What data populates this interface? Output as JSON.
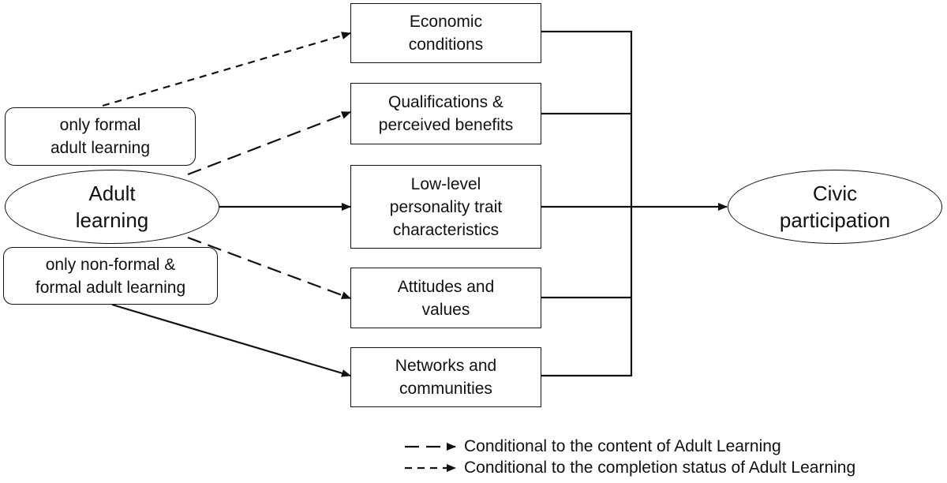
{
  "nodes": {
    "adult_learning": "Adult\nlearning",
    "only_formal": "only formal\nadult learning",
    "only_nonformal": "only non-formal &\nformal adult learning",
    "economic": "Economic\nconditions",
    "qualifications": "Qualifications &\nperceived benefits",
    "personality": "Low-level\npersonality trait\ncharacteristics",
    "attitudes": "Attitudes and\nvalues",
    "networks": "Networks and\ncommunities",
    "civic": "Civic\nparticipation"
  },
  "legend": {
    "content": "Conditional to the content of Adult Learning",
    "completion": "Conditional to the completion status of Adult Learning"
  },
  "colors": {
    "stroke": "#111111",
    "background": "#ffffff"
  }
}
